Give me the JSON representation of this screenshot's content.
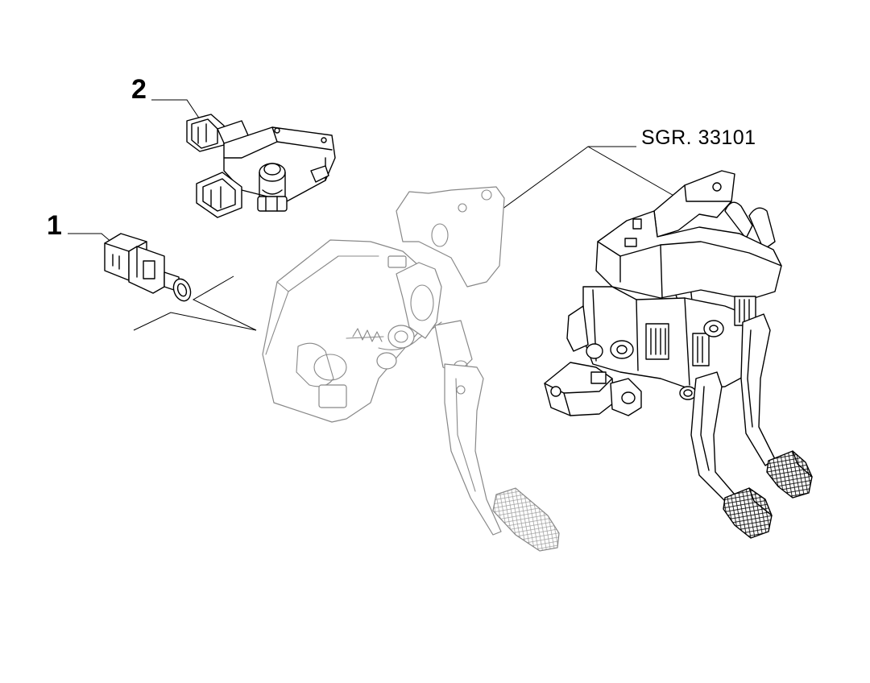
{
  "callouts": {
    "part_1": "1",
    "part_2": "2",
    "group_ref": "SGR. 33101"
  },
  "colors": {
    "line": "#000000",
    "ghost_line": "#888888",
    "background": "#ffffff"
  }
}
